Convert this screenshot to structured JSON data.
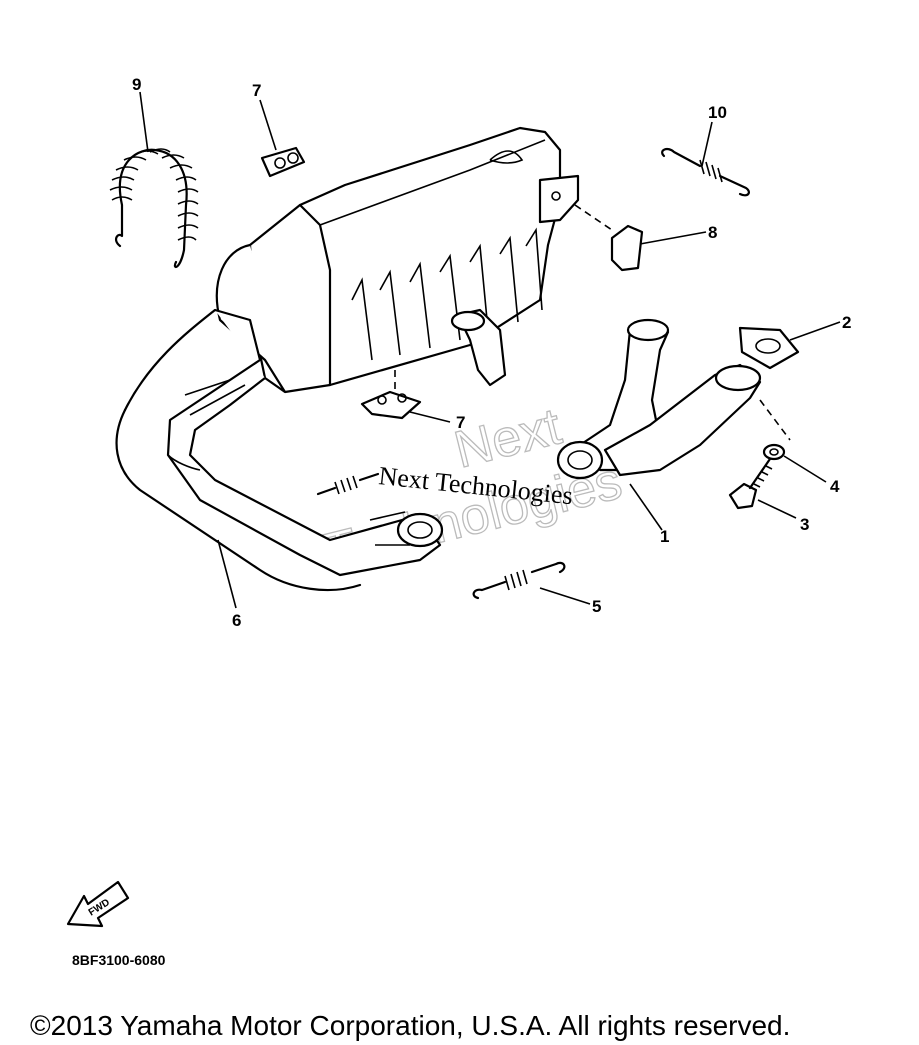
{
  "callouts": {
    "c1": "1",
    "c2": "2",
    "c3": "3",
    "c4": "4",
    "c5": "5",
    "c6": "6",
    "c7a": "7",
    "c7b": "7",
    "c8": "8",
    "c9": "9",
    "c10": "10"
  },
  "watermark": {
    "line": "Next Technologies",
    "big_top": "Next",
    "big_bottom": "Technologies"
  },
  "fwd_label": "FWD",
  "diagram_code": "8BF3100-6080",
  "copyright": "©2013 Yamaha Motor Corporation, U.S.A. All rights reserved."
}
